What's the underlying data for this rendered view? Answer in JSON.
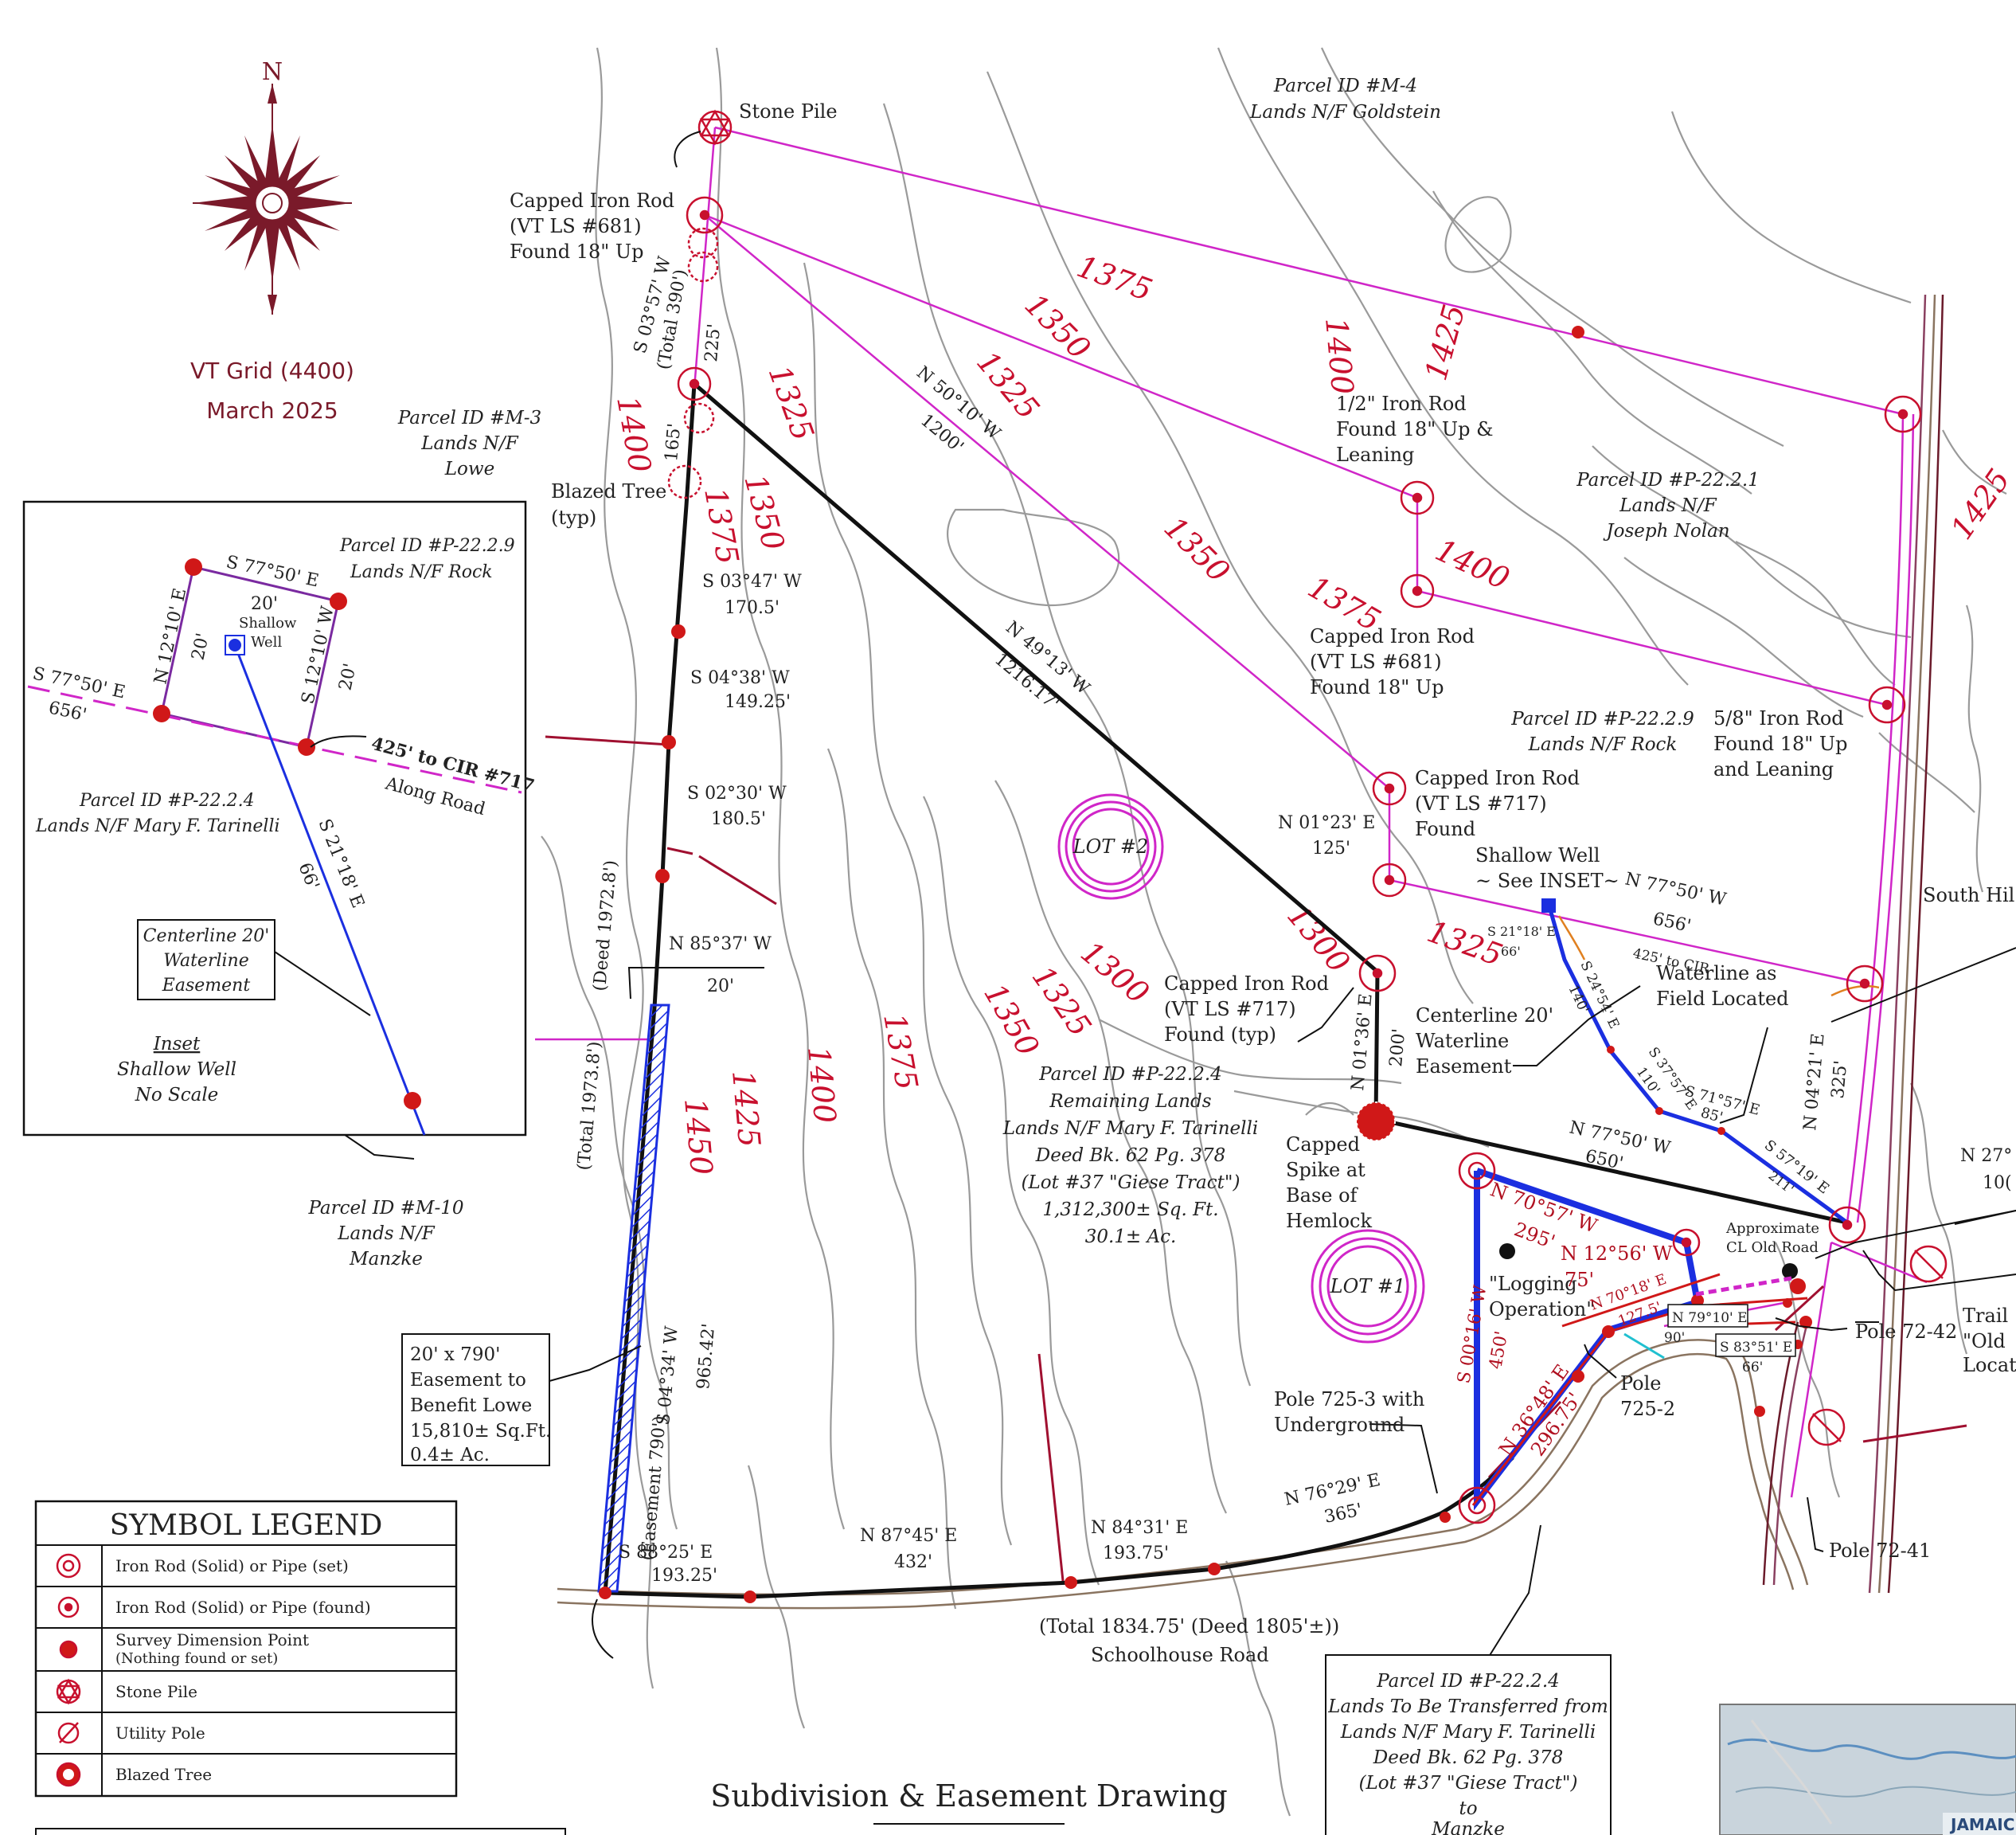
{
  "colors": {
    "boundary": "#111111",
    "parcel_lines": "#d026c8",
    "contours": "#9a9a9a",
    "contour_labels": "#c8102e",
    "points": "#d01818",
    "waterline": "#1b2fe0",
    "compass": "#7a1a2a",
    "road": "#8a7460"
  },
  "compass": {
    "north": "N",
    "grid": "VT Grid (4400)",
    "date": "March 2025"
  },
  "title": "Subdivision & Easement Drawing",
  "legend": {
    "title": "SYMBOL LEGEND",
    "items": [
      {
        "icon": "iron-rod-set-icon",
        "label": "Iron Rod (Solid) or Pipe (set)"
      },
      {
        "icon": "iron-rod-found-icon",
        "label": "Iron Rod (Solid) or Pipe (found)"
      },
      {
        "icon": "survey-point-icon",
        "label": "Survey Dimension Point",
        "sublabel": "(Nothing found or set)"
      },
      {
        "icon": "stone-pile-icon",
        "label": "Stone Pile"
      },
      {
        "icon": "utility-pole-icon",
        "label": "Utility Pole"
      },
      {
        "icon": "blazed-tree-icon",
        "label": "Blazed Tree"
      }
    ]
  },
  "inset": {
    "s77_50_e_top": "S 77°50' E",
    "n12_10_e": "N 12°10' E",
    "s12_10_w": "S 12°10' W",
    "w20_left": "20'",
    "w20_right": "20'",
    "w20_top": "20'",
    "shallow": "Shallow",
    "well": "Well",
    "s77_50_e_left": "S 77°50' E",
    "d656": "656'",
    "cir_717": "425' to CIR #717",
    "along_road": "Along Road",
    "rock_l1": "Parcel ID #P-22.2.9",
    "rock_l2": "Lands N/F Rock",
    "tar_l1": "Parcel ID #P-22.2.4",
    "tar_l2": "Lands N/F Mary F. Tarinelli",
    "s21_18_e": "S 21°18' E",
    "d66": "66'",
    "cl_l1": "Centerline 20'",
    "cl_l2": "Waterline",
    "cl_l3": "Easement",
    "inset_title": "Inset",
    "inset_sub1": "Shallow Well",
    "inset_sub2": "No Scale"
  },
  "parcels": {
    "m4_l1": "Parcel ID #M-4",
    "m4_l2": "Lands N/F Goldstein",
    "m3_l1": "Parcel ID #M-3",
    "m3_l2": "Lands N/F",
    "m3_l3": "Lowe",
    "p2221_l1": "Parcel ID #P-22.2.1",
    "p2221_l2": "Lands N/F",
    "p2221_l3": "Joseph Nolan",
    "p2229_l1": "Parcel ID #P-22.2.9",
    "p2229_l2": "Lands N/F Rock",
    "m10_l1": "Parcel ID #M-10",
    "m10_l2": "Lands N/F",
    "m10_l3": "Manzke",
    "rem_l1": "Parcel ID #P-22.2.4",
    "rem_l2": "Remaining Lands",
    "rem_l3": "Lands N/F Mary F. Tarinelli",
    "rem_l4": "Deed Bk. 62 Pg. 378",
    "rem_l5": "(Lot #37 \"Giese Tract\")",
    "rem_l6": "1,312,300± Sq. Ft.",
    "rem_l7": "30.1± Ac.",
    "tr_l1": "Parcel ID #P-22.2.4",
    "tr_l2": "Lands To Be Transferred from",
    "tr_l3": "Lands N/F Mary F. Tarinelli",
    "tr_l4": "Deed Bk. 62 Pg. 378",
    "tr_l5": "(Lot #37 \"Giese Tract\")",
    "tr_l6": "to",
    "tr_l7": "Manzke"
  },
  "lots": {
    "lot2": "LOT #2",
    "lot1": "LOT #1"
  },
  "notes": {
    "stone_pile": "Stone Pile",
    "cir681_a1": "Capped Iron Rod",
    "cir681_a2": "(VT LS #681)",
    "cir681_a3": "Found 18\" Up",
    "blazed_1": "Blazed Tree",
    "blazed_2": "(typ)",
    "half_rod_1": "1/2\" Iron Rod",
    "half_rod_2": "Found 18\" Up &",
    "half_rod_3": "Leaning",
    "cir681_b1": "Capped Iron Rod",
    "cir681_b2": "(VT LS #681)",
    "cir681_b3": "Found 18\" Up",
    "five8_1": "5/8\" Iron Rod",
    "five8_2": "Found 18\" Up",
    "five8_3": "and Leaning",
    "cir717a_1": "Capped Iron Rod",
    "cir717a_2": "(VT LS #717)",
    "cir717a_3": "Found",
    "well_1": "Shallow Well",
    "well_2": "~ See INSET~",
    "cir717b_1": "Capped Iron Rod",
    "cir717b_2": "(VT LS #717)",
    "cir717b_3": "Found (typ)",
    "spike_1": "Capped",
    "spike_2": "Spike at",
    "spike_3": "Base of",
    "spike_4": "Hemlock",
    "cl_1": "Centerline 20'",
    "cl_2": "Waterline",
    "cl_3": "Easement",
    "wl_1": "Waterline as",
    "wl_2": "Field Located",
    "logging_1": "\"Logging",
    "logging_2": "Operation\"",
    "approx_1": "Approximate",
    "approx_2": "CL Old Road",
    "pole7253_1": "Pole 725-3 with",
    "pole7253_2": "Underground",
    "pole7252_1": "Pole",
    "pole7252_2": "725-2",
    "pole7242": "Pole 72-42",
    "pole7241": "Pole 72-41",
    "trail_1": "Trail",
    "trail_2": "\"Old",
    "trail_3": "Locat",
    "south_hil": "South Hil",
    "esmt_1": "20' x 790'",
    "esmt_2": "Easement to",
    "esmt_3": "Benefit Lowe",
    "esmt_4": "15,810± Sq.Ft.",
    "esmt_5": "0.4± Ac.",
    "schoolhouse": "Schoolhouse Road",
    "total_road": "(Total 1834.75' (Deed 1805'±))",
    "jamaica": "JAMAIC"
  },
  "bearings": {
    "s03_57_w": "S 03°57' W",
    "total390": "(Total 390')",
    "d225": "225'",
    "d165": "165'",
    "s03_47_w": "S 03°47' W",
    "d170_5": "170.5'",
    "s04_38_w": "S 04°38' W",
    "d149_25": "149.25'",
    "s02_30_w": "S 02°30' W",
    "d180_5": "180.5'",
    "n85_37_w": "N 85°37' W",
    "d20": "20'",
    "deed1972": "(Deed 1972.8')",
    "total1973": "(Total 1973.8')",
    "s04_34_w": "S 04°34' W",
    "d965_42": "965.42'",
    "esmt790": "(Easement 790')",
    "n50_10_w": "N 50°10' W",
    "d1200": "1200'",
    "n49_13_w": "N 49°13' W",
    "d1216_17": "1216.17'",
    "n01_23_e": "N 01°23' E",
    "d125": "125'",
    "n77_50_w_a": "N 77°50' W",
    "d656": "656'",
    "cir_small": "425' to CIR",
    "s21_18_e": "S 21°18' E",
    "d66": "66'",
    "s24_54_e": "S 24°54' E",
    "d140": "140'",
    "s37_57_e": "S 37°57' E",
    "d110": "110'",
    "s71_57_e": "S 71°57' E",
    "d85": "85'",
    "s57_19_e": "S 57°19' E",
    "d211": "211'",
    "n01_36_e": "N 01°36' E",
    "d200": "200'",
    "n77_50_w_b": "N 77°50' W",
    "d650": "650'",
    "n04_21_e": "N 04°21' E",
    "d325": "325'",
    "n27": "N 27°",
    "d100": "10(",
    "n70_57_w": "N 70°57' W",
    "d295": "295'",
    "n12_56_w": "N 12°56' W",
    "d75": "75'",
    "n70_18_e": "N 70°18' E",
    "d127_5": "127.5'",
    "n79_10_e": "N 79°10' E",
    "d90": "90'",
    "s83_51_e": "S 83°51' E",
    "d66b": "66'",
    "s00_16_w": "S 00°16' W",
    "d450": "450'",
    "n36_48_e": "N 36°48' E",
    "d296_75": "296.75'",
    "s88_25_e": "S 88°25' E",
    "d193_25": "193.25'",
    "n87_45_e": "N 87°45' E",
    "d432": "432'",
    "n84_31_e": "N 84°31' E",
    "d193_75": "193.75'",
    "n76_29_e": "N 76°29' E",
    "d365": "365'"
  },
  "contour_labels": {
    "c1400a": "1400",
    "c1375a": "1375",
    "c1350a": "1350",
    "c1325a": "1325",
    "c1375b": "1375",
    "c1350b": "1350",
    "c1325b": "1325",
    "c1400b": "1400",
    "c1425a": "1425",
    "c1350c": "1350",
    "c1375c": "1375",
    "c1400c": "1400",
    "c1425b": "1425",
    "c1300a": "1300",
    "c1325c": "1325",
    "c1300b": "1300",
    "c1325d": "1325",
    "c1350d": "1350",
    "c1375d": "1375",
    "c1400d": "1400",
    "c1425c": "1425",
    "c1450": "1450"
  }
}
